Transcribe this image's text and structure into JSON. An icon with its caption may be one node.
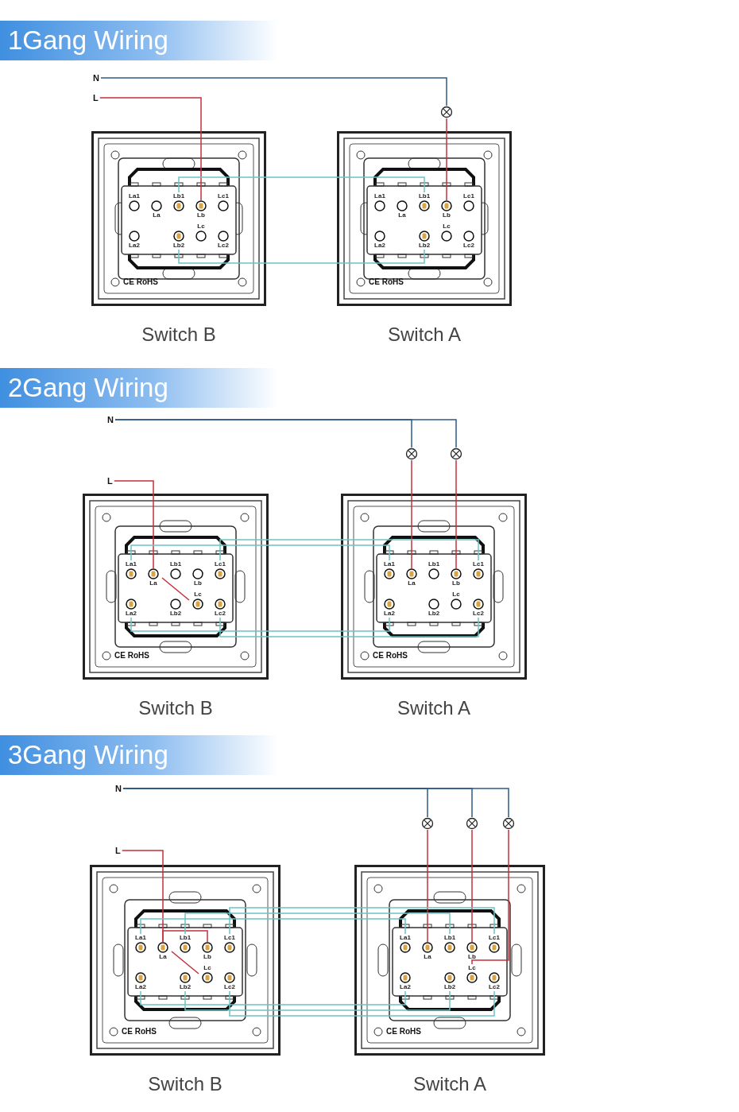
{
  "diagram": {
    "nodes": [
      {
        "text": [
          "N"
        ]
      },
      {
        "text": [
          "L"
        ]
      },
      {
        "text": [],
        "shape": "circle"
      },
      {
        "text": [
          "Switch B"
        ]
      },
      {
        "text": [
          "La1"
        ],
        "in": 3
      },
      {
        "text": [
          "La"
        ],
        "in": 3
      },
      {
        "text": [
          "Lb1"
        ],
        "in": 3
      },
      {
        "text": [
          "Lb"
        ],
        "in": 3
      },
      {
        "text": [
          "Lc1"
        ],
        "in": 3
      },
      {
        "text": [
          "La2"
        ],
        "in": 3
      },
      {
        "text": [
          "Lb2"
        ],
        "in": 3
      },
      {
        "text": [
          "Lc"
        ],
        "in": 3
      },
      {
        "text": [
          "Lc2"
        ],
        "in": 3
      },
      {
        "text": [
          "Switch A"
        ]
      },
      {
        "text": [
          "La1"
        ],
        "in": 13
      },
      {
        "text": [
          "La"
        ],
        "in": 13
      },
      {
        "text": [
          "Lb1"
        ],
        "in": 13
      },
      {
        "text": [
          "Lb"
        ],
        "in": 13
      },
      {
        "text": [
          "Lc1"
        ],
        "in": 13
      },
      {
        "text": [
          "La2"
        ],
        "in": 13
      },
      {
        "text": [
          "Lb2"
        ],
        "in": 13
      },
      {
        "text": [
          "Lc"
        ],
        "in": 13
      },
      {
        "text": [
          "Lc2"
        ],
        "in": 13
      },
      {
        "text": [
          "N"
        ]
      },
      {
        "text": [
          "L"
        ]
      },
      {
        "text": [],
        "shape": "circle"
      },
      {
        "text": [],
        "shape": "circle"
      },
      {
        "text": [
          "Switch B"
        ]
      },
      {
        "text": [
          "La1"
        ],
        "in": 27
      },
      {
        "text": [
          "La"
        ],
        "in": 27
      },
      {
        "text": [
          "Lb1"
        ],
        "in": 27
      },
      {
        "text": [
          "Lb"
        ],
        "in": 27
      },
      {
        "text": [
          "Lc1"
        ],
        "in": 27
      },
      {
        "text": [
          "La2"
        ],
        "in": 27
      },
      {
        "text": [
          "Lb2"
        ],
        "in": 27
      },
      {
        "text": [
          "Lc"
        ],
        "in": 27
      },
      {
        "text": [
          "Lc2"
        ],
        "in": 27
      },
      {
        "text": [
          "Switch A"
        ]
      },
      {
        "text": [
          "La1"
        ],
        "in": 37
      },
      {
        "text": [
          "La"
        ],
        "in": 37
      },
      {
        "text": [
          "Lb1"
        ],
        "in": 37
      },
      {
        "text": [
          "Lb"
        ],
        "in": 37
      },
      {
        "text": [
          "Lc1"
        ],
        "in": 37
      },
      {
        "text": [
          "La2"
        ],
        "in": 37
      },
      {
        "text": [
          "Lb2"
        ],
        "in": 37
      },
      {
        "text": [
          "Lc"
        ],
        "in": 37
      },
      {
        "text": [
          "Lc2"
        ],
        "in": 37
      },
      {
        "text": [
          "N"
        ]
      },
      {
        "text": [
          "L"
        ]
      },
      {
        "text": [],
        "shape": "circle"
      },
      {
        "text": [],
        "shape": "circle"
      },
      {
        "text": [],
        "shape": "circle"
      },
      {
        "text": [
          "Switch B"
        ]
      },
      {
        "text": [
          "La1"
        ],
        "in": 52
      },
      {
        "text": [
          "La"
        ],
        "in": 52
      },
      {
        "text": [
          "Lb1"
        ],
        "in": 52
      },
      {
        "text": [
          "Lb"
        ],
        "in": 52
      },
      {
        "text": [
          "Lc1"
        ],
        "in": 52
      },
      {
        "text": [
          "La2"
        ],
        "in": 52
      },
      {
        "text": [
          "Lb2"
        ],
        "in": 52
      },
      {
        "text": [
          "Lc"
        ],
        "in": 52
      },
      {
        "text": [
          "Lc2"
        ],
        "in": 52
      },
      {
        "text": [
          "Switch A"
        ]
      },
      {
        "text": [
          "La1"
        ],
        "in": 62
      },
      {
        "text": [
          "La"
        ],
        "in": 62
      },
      {
        "text": [
          "Lb1"
        ],
        "in": 62
      },
      {
        "text": [
          "Lb"
        ],
        "in": 62
      },
      {
        "text": [
          "Lc1"
        ],
        "in": 62
      },
      {
        "text": [
          "La2"
        ],
        "in": 62
      },
      {
        "text": [
          "Lb2"
        ],
        "in": 62
      },
      {
        "text": [
          "Lc"
        ],
        "in": 62
      },
      {
        "text": [
          "Lc2"
        ],
        "in": 62
      }
    ],
    "edges": [
      {
        "from": 0,
        "to": 2,
        "arrow": "none",
        "color": "#2c5a85"
      },
      {
        "from": 2,
        "to": 17,
        "arrow": "none",
        "color": "#c62f3a"
      },
      {
        "from": 1,
        "to": 7,
        "arrow": "none",
        "color": "#c62f3a"
      },
      {
        "from": 6,
        "to": 16,
        "arrow": "none",
        "color": "#6cc3c3"
      },
      {
        "from": 10,
        "to": 20,
        "arrow": "none",
        "color": "#6cc3c3"
      },
      {
        "from": 23,
        "to": 25,
        "arrow": "none",
        "color": "#2c5a85"
      },
      {
        "from": 23,
        "to": 26,
        "arrow": "none",
        "color": "#2c5a85"
      },
      {
        "from": 25,
        "to": 39,
        "arrow": "none",
        "color": "#c62f3a"
      },
      {
        "from": 26,
        "to": 41,
        "arrow": "none",
        "color": "#c62f3a"
      },
      {
        "from": 24,
        "to": 29,
        "arrow": "none",
        "color": "#c62f3a"
      },
      {
        "from": 29,
        "to": 35,
        "arrow": "none",
        "color": "#c62f3a"
      },
      {
        "from": 28,
        "to": 38,
        "arrow": "none",
        "color": "#6cc3c3"
      },
      {
        "from": 32,
        "to": 42,
        "arrow": "none",
        "color": "#6cc3c3"
      },
      {
        "from": 33,
        "to": 43,
        "arrow": "none",
        "color": "#6cc3c3"
      },
      {
        "from": 36,
        "to": 46,
        "arrow": "none",
        "color": "#6cc3c3"
      },
      {
        "from": 47,
        "to": 49,
        "arrow": "none",
        "color": "#2c5a85"
      },
      {
        "from": 47,
        "to": 50,
        "arrow": "none",
        "color": "#2c5a85"
      },
      {
        "from": 47,
        "to": 51,
        "arrow": "none",
        "color": "#2c5a85"
      },
      {
        "from": 49,
        "to": 64,
        "arrow": "none",
        "color": "#c62f3a"
      },
      {
        "from": 50,
        "to": 66,
        "arrow": "none",
        "color": "#c62f3a"
      },
      {
        "from": 51,
        "to": 70,
        "arrow": "none",
        "color": "#c62f3a"
      },
      {
        "from": 48,
        "to": 54,
        "arrow": "none",
        "color": "#c62f3a"
      },
      {
        "from": 54,
        "to": 56,
        "arrow": "none",
        "color": "#c62f3a"
      },
      {
        "from": 54,
        "to": 60,
        "arrow": "none",
        "color": "#c62f3a"
      },
      {
        "from": 53,
        "to": 63,
        "arrow": "none",
        "color": "#6cc3c3"
      },
      {
        "from": 55,
        "to": 65,
        "arrow": "none",
        "color": "#6cc3c3"
      },
      {
        "from": 57,
        "to": 67,
        "arrow": "none",
        "color": "#6cc3c3"
      },
      {
        "from": 58,
        "to": 68,
        "arrow": "none",
        "color": "#6cc3c3"
      },
      {
        "from": 59,
        "to": 69,
        "arrow": "none",
        "color": "#6cc3c3"
      },
      {
        "from": 61,
        "to": 71,
        "arrow": "none",
        "color": "#6cc3c3"
      }
    ],
    "labels": [
      "1Gang Wiring",
      "CE RoHS",
      "CE RoHS",
      "2Gang Wiring",
      "CE RoHS",
      "CE RoHS",
      "3Gang Wiring",
      "CE RoHS",
      "CE RoHS"
    ]
  }
}
